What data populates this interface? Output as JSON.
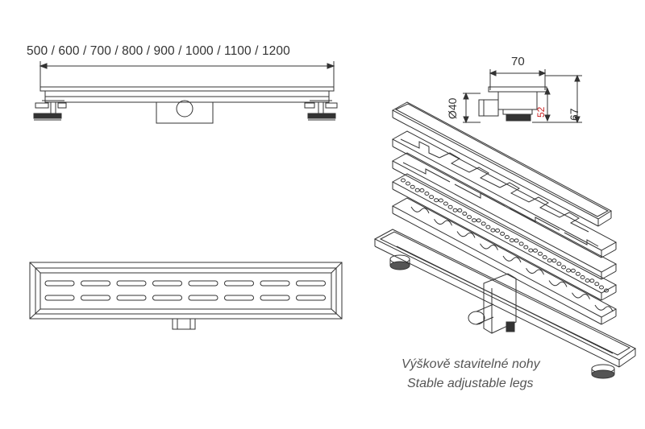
{
  "length_label": "500 / 600 / 700 / 800 / 900 / 1000 / 1100 / 1200",
  "dimensions": {
    "width": "70",
    "diameter": "Ø40",
    "height_inner": "52",
    "height_total": "67"
  },
  "caption": {
    "czech": "Výškově stavitelné nohy",
    "english": "Stable adjustable legs"
  },
  "colors": {
    "line": "#333333",
    "highlight": "#cc2222"
  }
}
